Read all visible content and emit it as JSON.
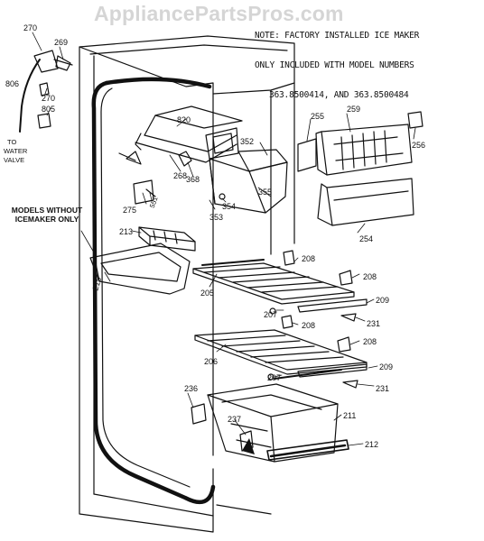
{
  "watermark": "AppliancePartsPros.com",
  "note": {
    "line1": "NOTE: FACTORY INSTALLED ICE MAKER",
    "line2": "ONLY INCLUDED WITH MODEL NUMBERS",
    "line3": "363.8500414, AND 363.8500484"
  },
  "models_callout": "MODELS WITHOUT\nICEMAKER ONLY",
  "water_valve": {
    "line1": "TO",
    "line2": "WATER",
    "line3": "VALVE"
  },
  "parts": {
    "p270a": "270",
    "p269": "269",
    "p806": "806",
    "p270b": "270",
    "p805": "805",
    "p820": "820",
    "p255": "255",
    "p259": "259",
    "p256": "256",
    "p352": "352",
    "p268": "268",
    "p368": "368",
    "p355": "355",
    "p275": "275",
    "p551": "551",
    "p353": "353",
    "p354": "354",
    "p254": "254",
    "p213": "213",
    "p208a": "208",
    "p208b": "208",
    "p209a": "209",
    "p215": "215",
    "p205": "205",
    "p207a": "207",
    "p208c": "208",
    "p231a": "231",
    "p208d": "208",
    "p206": "206",
    "p207b": "207",
    "p209b": "209",
    "p231b": "231",
    "p236": "236",
    "p211": "211",
    "p237": "237",
    "p212": "212"
  }
}
